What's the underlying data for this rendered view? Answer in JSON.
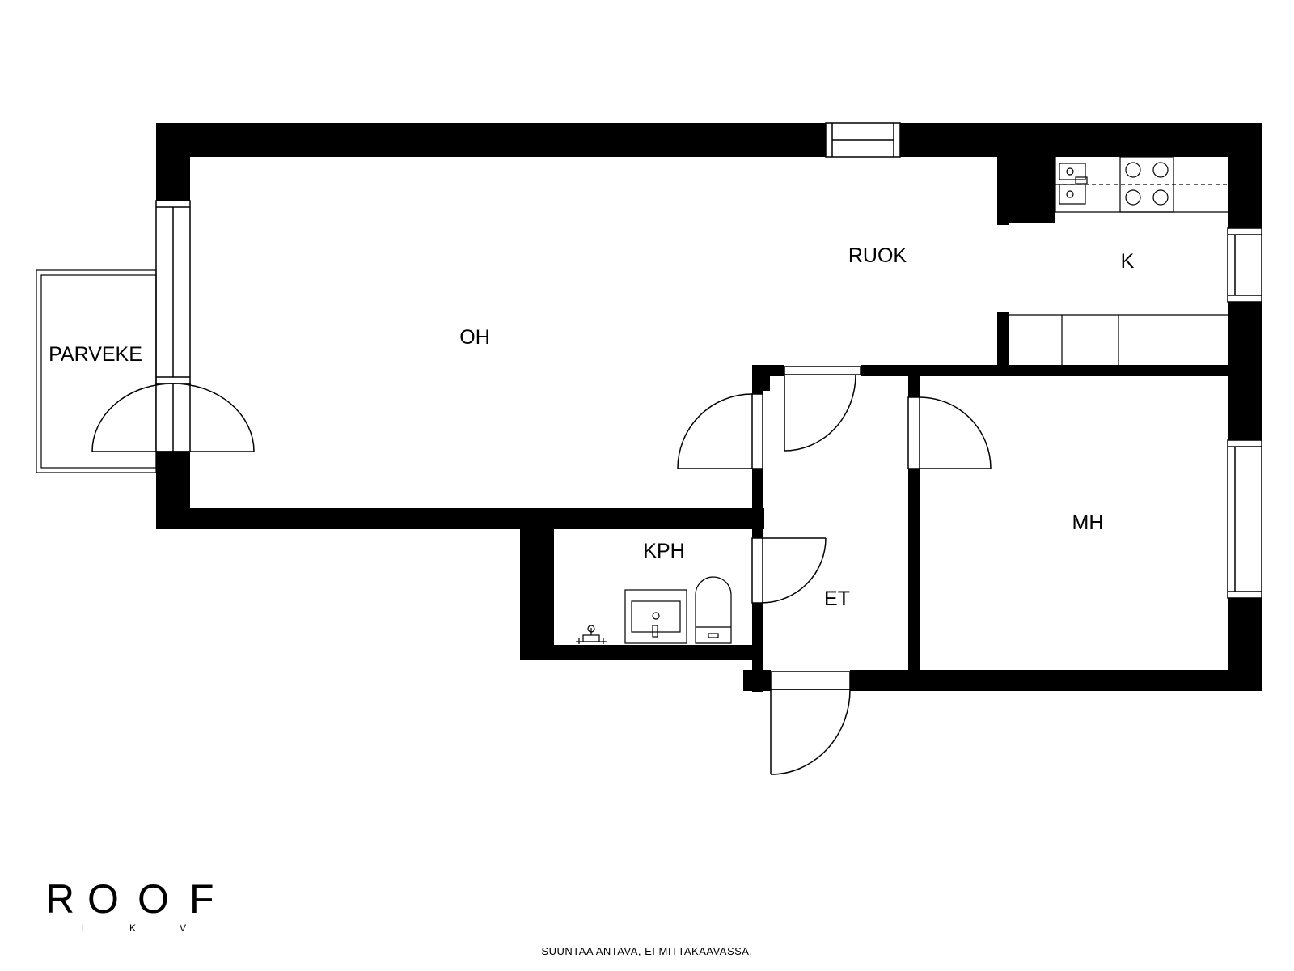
{
  "rooms": {
    "oh": "OH",
    "ruok": "RUOK",
    "k": "K",
    "parveke": "PARVEKE",
    "kph": "KPH",
    "et": "ET",
    "mh": "MH"
  },
  "logo": {
    "letters": [
      "R",
      "O",
      "O",
      "F"
    ],
    "sub_letters": [
      "L",
      "K",
      "V"
    ]
  },
  "footer_note": "SUUNTAA ANTAVA, EI MITTAKAAVASSA.",
  "colors": {
    "wall": "#000000",
    "background": "#ffffff"
  }
}
